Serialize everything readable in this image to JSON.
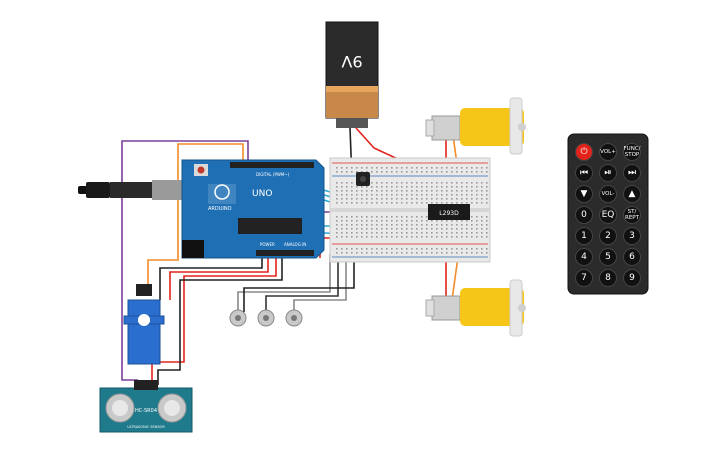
{
  "battery": {
    "label": "9V"
  },
  "arduino": {
    "logo_text": "UNO",
    "brand_text": "ARDUINO",
    "power_header": "POWER",
    "analog_header": "ANALOG IN",
    "digital_header": "DIGITAL (PWM~)"
  },
  "motor_driver": {
    "chip_label": "L293D"
  },
  "ultrasonic": {
    "label": "HC-SR04",
    "sub_label": "ULTRASONIC SENSOR"
  },
  "remote": {
    "row1": [
      "",
      "VOL+",
      "FUNC/\nSTOP"
    ],
    "row2": [
      "⏮",
      "⏯",
      "⏭"
    ],
    "row3": [
      "▼",
      "VOL-",
      "▲"
    ],
    "row4": [
      "0",
      "EQ",
      "ST/\nREPT"
    ],
    "digits": [
      "1",
      "2",
      "3",
      "4",
      "5",
      "6",
      "7",
      "8",
      "9"
    ]
  },
  "colors": {
    "arduino_blue": "#1f6fb5",
    "breadboard": "#e9e9e9",
    "motor_yellow": "#f5c518",
    "remote_body": "#2b2b2b",
    "power_red": "#e2231a",
    "wire_cyan": "#29a9d6",
    "wire_purple": "#7b3f9b",
    "wire_orange": "#f28c28"
  }
}
